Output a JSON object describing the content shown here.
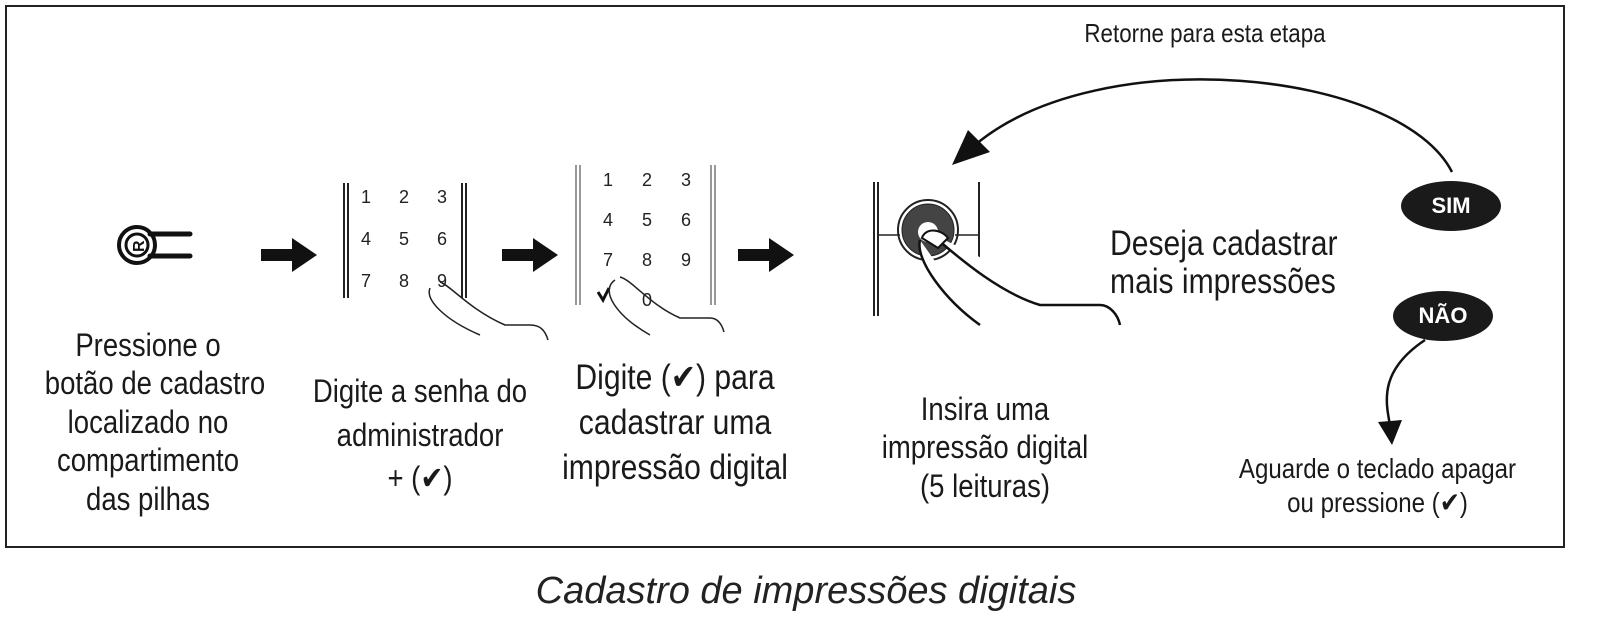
{
  "header": {
    "return_label": "Retorne para esta etapa"
  },
  "steps": [
    {
      "lines": [
        "Pressione o",
        "botão de cadastro",
        "localizado no",
        "compartimento",
        "das pilhas"
      ]
    },
    {
      "lines": [
        "Digite a senha do",
        "administrador",
        "+ (✔)"
      ]
    },
    {
      "lines": [
        "Digite (✔) para",
        "cadastrar uma",
        "impressão digital"
      ]
    },
    {
      "lines": [
        "Insira uma",
        "impressão digital",
        "(5 leituras)"
      ]
    }
  ],
  "question": {
    "lines": [
      "Deseja cadastrar",
      "mais impressões"
    ]
  },
  "yes_label": "SIM",
  "no_label": "NÃO",
  "no_action": {
    "lines": [
      "Aguarde o teclado apagar",
      "ou pressione (✔)"
    ]
  },
  "keypad1": [
    "1",
    "2",
    "3",
    "4",
    "5",
    "6",
    "7",
    "8",
    "9"
  ],
  "keypad2": [
    "1",
    "2",
    "3",
    "4",
    "5",
    "6",
    "7",
    "8",
    "9",
    "0"
  ],
  "caption": "Cadastro de impressões digitais"
}
